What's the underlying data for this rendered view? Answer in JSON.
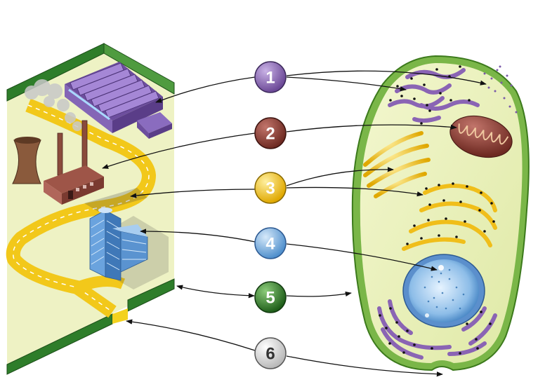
{
  "diagram": {
    "kind": "cell-as-factory-analogy",
    "labels": [
      {
        "number": "1",
        "color": "#8a64b4"
      },
      {
        "number": "2",
        "color": "#8a3b32"
      },
      {
        "number": "3",
        "color": "#f3c314"
      },
      {
        "number": "4",
        "color": "#7fb0dc"
      },
      {
        "number": "5",
        "color": "#2f7d2a"
      },
      {
        "number": "6",
        "color": "#e8e8e8"
      }
    ]
  }
}
